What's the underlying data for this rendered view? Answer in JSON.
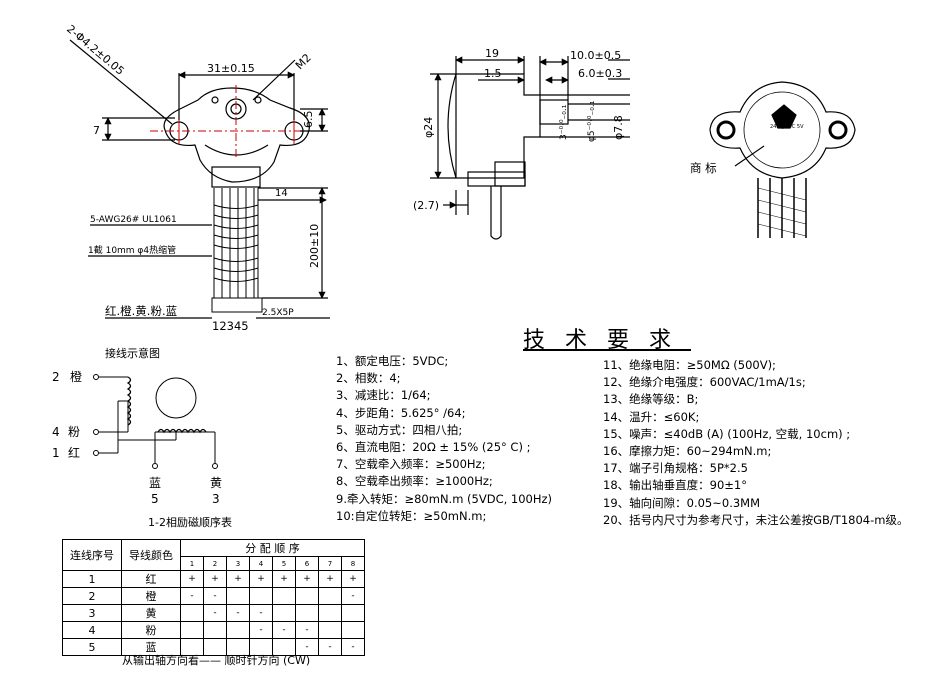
{
  "dimensions": {
    "d_4_2": "2-Φ4.2±0.05",
    "d_31": "31±0.15",
    "d_m2": "M2",
    "d_7": "7",
    "d_6_5": "6.5",
    "d_14": "14",
    "d_200": "200±10",
    "d_19": "19",
    "d_1_5": "1.5",
    "d_10": "10.0±0.5",
    "d_6": "6.0±0.3",
    "d_24": "φ24",
    "d_3": "3⁻⁰·⁰₋₀.₁",
    "d_5": "φ5⁻⁰·⁰₋₀.₁",
    "d_7_8": "φ7.8",
    "d_2_7": "(2.7)"
  },
  "labels": {
    "wire_spec": "5-AWG26# UL1061",
    "heat_shrink": "1截 10mm φ4热缩管",
    "colors_line": "红.橙.黄.粉.蓝",
    "pins": "12345",
    "connector": "2.5X5P",
    "trademark": "商 标",
    "wiring_title": "接线示意图",
    "excitation_title": "1-2相励磁顺序表",
    "direction_note": "从输出轴方向看——   顺时针方向 (CW)",
    "plate_brand": "24BYJ48",
    "plate_voltage": "DC 5V"
  },
  "wiring": {
    "w2_num": "2",
    "w2_color": "橙",
    "w4_num": "4",
    "w4_color": "粉",
    "w1_num": "1",
    "w1_color": "红",
    "w5_color": "蓝",
    "w5_num": "5",
    "w3_color": "黄",
    "w3_num": "3"
  },
  "specs_title": "技术要求",
  "specs_left": [
    "1、额定电压：5VDC;",
    "2、相数：4;",
    "3、减速比：1/64;",
    "4、步距角：5.625° /64;",
    "5、驱动方式：四相八拍;",
    "6、直流电阻：20Ω ± 15% (25° C) ;",
    "7、空载牵入频率：≥500Hz;",
    "8、空载牵出频率：≥1000Hz;",
    "9.牵入转矩：≥80mN.m (5VDC, 100Hz)",
    "10:自定位转矩：≥50mN.m;"
  ],
  "specs_right": [
    "11、绝缘电阻：≥50MΩ (500V);",
    "12、绝缘介电强度：600VAC/1mA/1s;",
    "13、绝缘等级：B;",
    "14、温升：≤60K;",
    "15、噪声：≤40dB (A) (100Hz, 空载, 10cm) ;",
    "16、摩擦力矩：60~294mN.m;",
    "17、端子引角规格：5P*2.5",
    "18、输出轴垂直度：90±1°",
    "19、轴向间隙：0.05~0.3MM",
    "20、括号内尺寸为参考尺寸，未注公差按GB/T1804-m级。"
  ],
  "sequence_table": {
    "col_seq": "连线序号",
    "col_color": "导线颜色",
    "col_group": "分 配 顺 序",
    "steps": [
      "1",
      "2",
      "3",
      "4",
      "5",
      "6",
      "7",
      "8"
    ],
    "rows": [
      {
        "num": "1",
        "color": "红",
        "cells": [
          "+",
          "+",
          "+",
          "+",
          "+",
          "+",
          "+",
          "+"
        ]
      },
      {
        "num": "2",
        "color": "橙",
        "cells": [
          "-",
          "-",
          "",
          "",
          "",
          "",
          "",
          "-"
        ]
      },
      {
        "num": "3",
        "color": "黄",
        "cells": [
          "",
          "-",
          "-",
          "-",
          "",
          "",
          "",
          ""
        ]
      },
      {
        "num": "4",
        "color": "粉",
        "cells": [
          "",
          "",
          "",
          "-",
          "-",
          "-",
          "",
          ""
        ]
      },
      {
        "num": "5",
        "color": "蓝",
        "cells": [
          "",
          "",
          "",
          "",
          "",
          "-",
          "-",
          "-"
        ]
      }
    ]
  }
}
